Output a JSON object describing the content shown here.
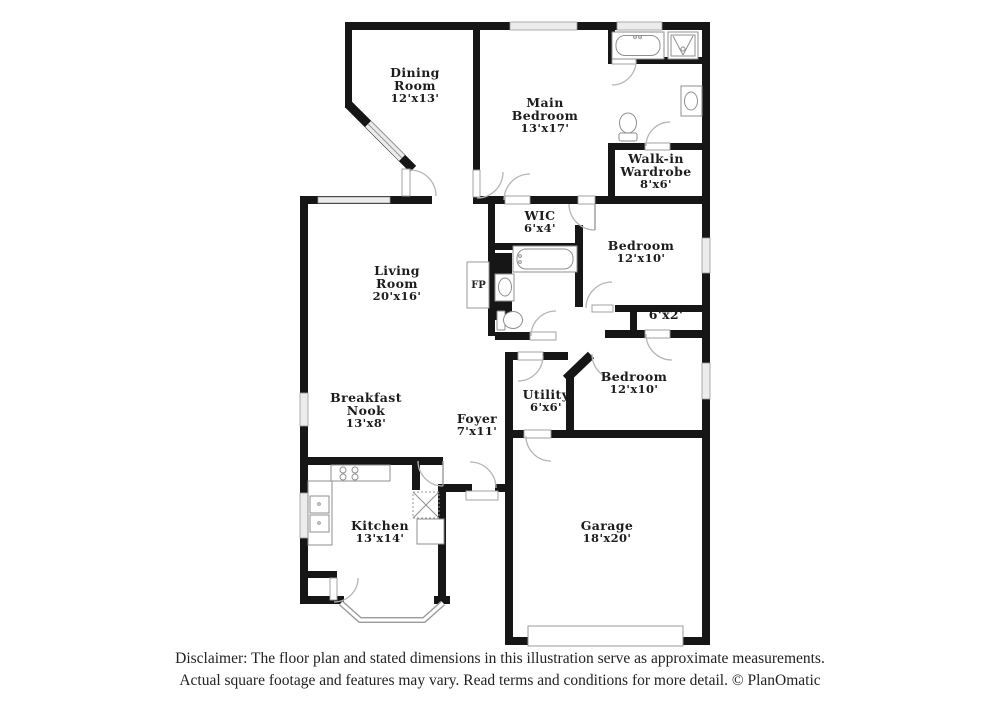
{
  "background": "#ffffff",
  "wall_color": "#161616",
  "rooms": {
    "dining": {
      "lines": [
        "Dining",
        "Room",
        "12'x13'"
      ]
    },
    "main_bedroom": {
      "lines": [
        "Main",
        "Bedroom",
        "13'x17'"
      ]
    },
    "walk_in_wardrobe": {
      "lines": [
        "Walk-in",
        "Wardrobe",
        "8'x6'"
      ]
    },
    "wic": {
      "lines": [
        "WIC",
        "6'x4'"
      ]
    },
    "bedroom_upper": {
      "lines": [
        "Bedroom",
        "12'x10'"
      ]
    },
    "living": {
      "lines": [
        "Living",
        "Room",
        "20'x16'"
      ]
    },
    "closet": {
      "lines": [
        "6'x2'"
      ]
    },
    "bedroom_lower": {
      "lines": [
        "Bedroom",
        "12'x10'"
      ]
    },
    "breakfast": {
      "lines": [
        "Breakfast",
        "Nook",
        "13'x8'"
      ]
    },
    "utility": {
      "lines": [
        "Utility",
        "6'x6'"
      ]
    },
    "foyer": {
      "lines": [
        "Foyer",
        "7'x11'"
      ]
    },
    "kitchen": {
      "lines": [
        "Kitchen",
        "13'x14'"
      ]
    },
    "garage": {
      "lines": [
        "Garage",
        "18'x20'"
      ]
    }
  },
  "fireplace_label": "FP",
  "disclaimer": {
    "line1": "Disclaimer: The floor plan and stated dimensions in this illustration serve as approximate measurements.",
    "line2": "Actual square footage and features may vary. Read terms and conditions for more detail. © PlanOmatic"
  }
}
